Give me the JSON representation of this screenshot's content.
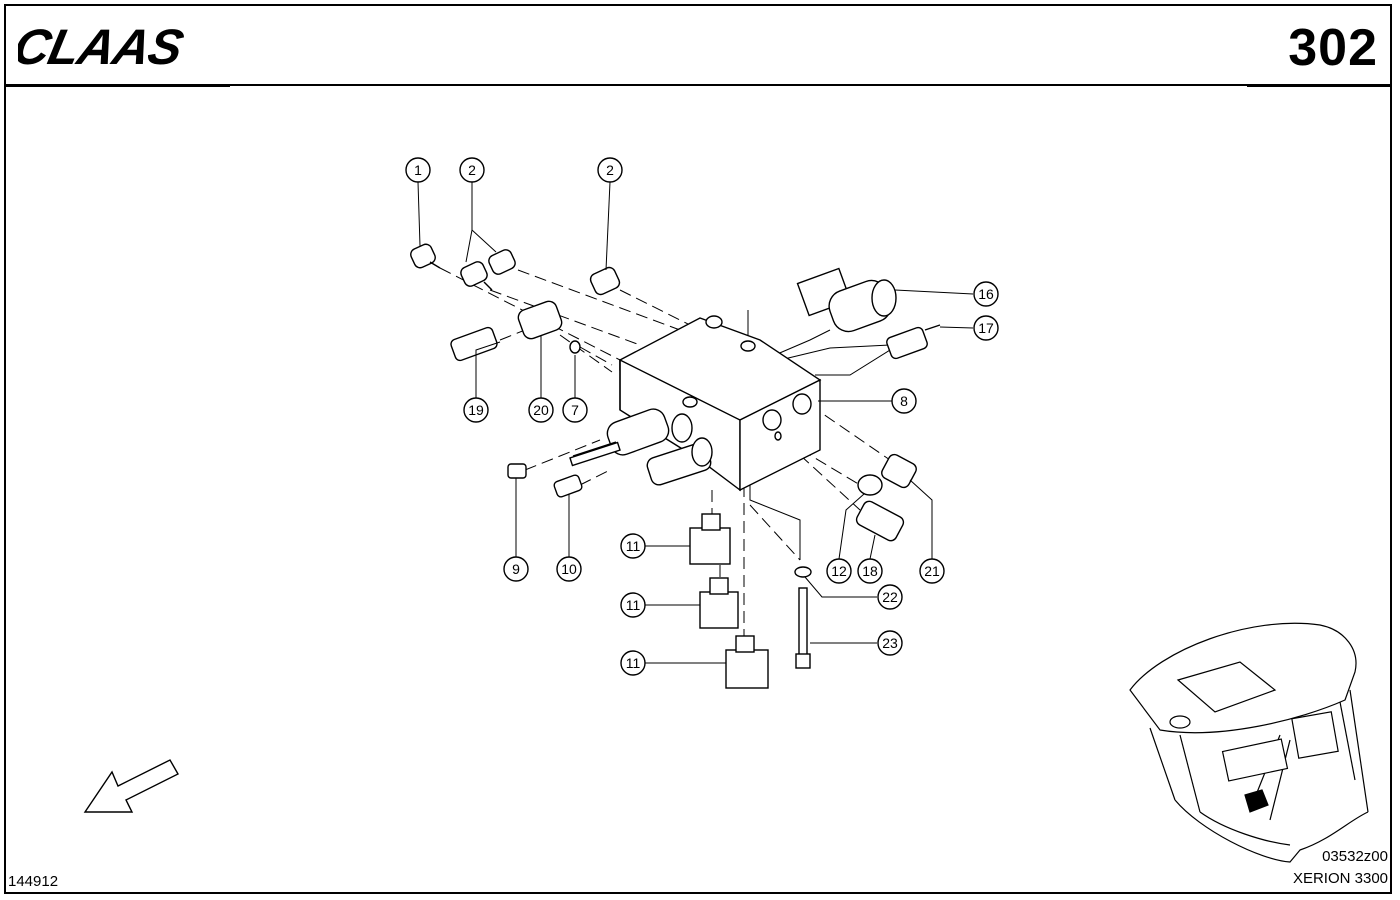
{
  "header": {
    "brand": "CLAAS",
    "page_number": "302"
  },
  "footer": {
    "left_code": "144912",
    "drawing_code": "03532z00",
    "model": "XERION 3300"
  },
  "callouts": [
    {
      "id": "c1",
      "label": "1"
    },
    {
      "id": "c2a",
      "label": "2"
    },
    {
      "id": "c2b",
      "label": "2"
    },
    {
      "id": "c16",
      "label": "16"
    },
    {
      "id": "c17",
      "label": "17"
    },
    {
      "id": "c8",
      "label": "8"
    },
    {
      "id": "c19",
      "label": "19"
    },
    {
      "id": "c20",
      "label": "20"
    },
    {
      "id": "c7",
      "label": "7"
    },
    {
      "id": "c9",
      "label": "9"
    },
    {
      "id": "c10",
      "label": "10"
    },
    {
      "id": "c11a",
      "label": "11"
    },
    {
      "id": "c11b",
      "label": "11"
    },
    {
      "id": "c11c",
      "label": "11"
    },
    {
      "id": "c12",
      "label": "12"
    },
    {
      "id": "c18",
      "label": "18"
    },
    {
      "id": "c21",
      "label": "21"
    },
    {
      "id": "c22",
      "label": "22"
    },
    {
      "id": "c23",
      "label": "23"
    }
  ]
}
